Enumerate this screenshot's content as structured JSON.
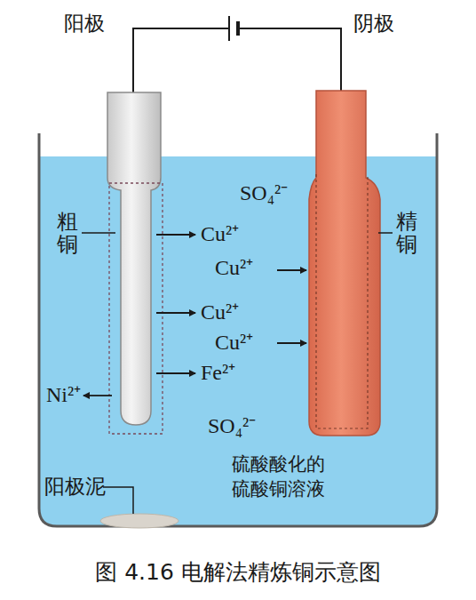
{
  "diagram": {
    "caption": "图 4.16 电解法精炼铜示意图",
    "labels": [
      "阳极",
      "阴极",
      "粗铜",
      "精铜",
      "SO₄²⁻",
      "Cu²⁺",
      "Cu²⁺",
      "Cu²⁺",
      "Cu²⁺",
      "Fe²⁺",
      "Ni²⁺",
      "SO₄²⁻",
      "阳极泥",
      "硫酸酸化的 硫酸铜溶液"
    ]
  }
}
